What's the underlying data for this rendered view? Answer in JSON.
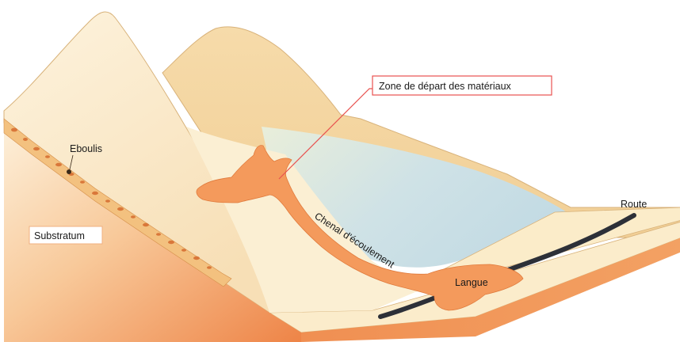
{
  "labels": {
    "departure_zone": "Zone de départ des matériaux",
    "scree": "Eboulis",
    "bedrock": "Substratum",
    "flow_channel": "Chenal d'écoulement",
    "tongue": "Langue",
    "road": "Route"
  },
  "colors": {
    "upper_slope": "#fbeccb",
    "back_ridge": "#f4d49c",
    "valley_floor_blue": "#cfe2e6",
    "flow_orange": "#f49a5c",
    "bedrock_light": "#fbe3c4",
    "bedrock_dark": "#ef8a4c",
    "road": "#2d3038",
    "callout_line": "#e8524f"
  }
}
